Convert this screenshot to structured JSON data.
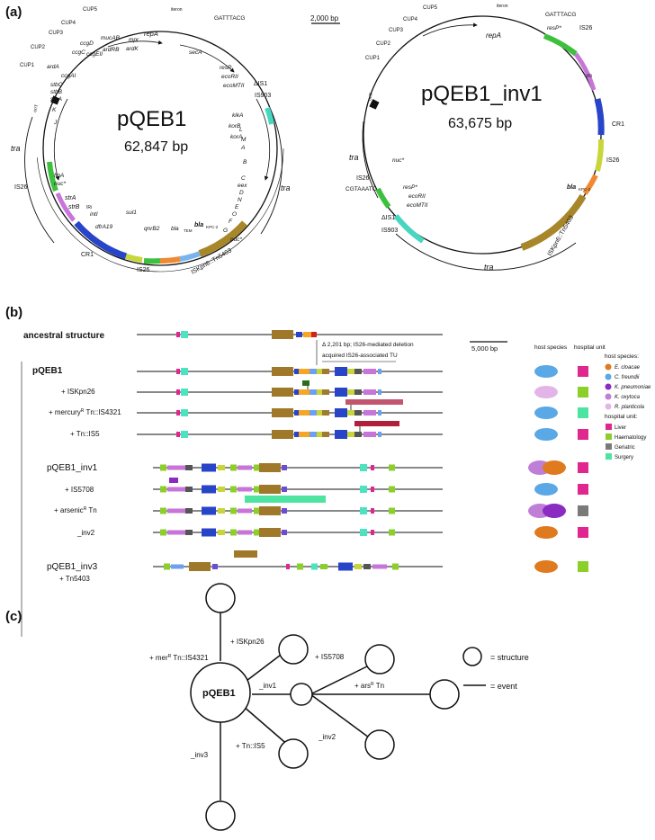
{
  "panel_a": {
    "label": "(a)",
    "scale_bar": "2,000 bp",
    "plasmid1": {
      "name": "pQEB1",
      "size": "62,847 bp",
      "outer_labels": [
        "CUP5",
        "CUP4",
        "CUP3",
        "CUP2",
        "CUP1",
        "ardA",
        "ccgAI",
        "ccgC",
        "ccgD",
        "ccgEII",
        "ardRB",
        "mucAB",
        "mpr",
        "ardK",
        "repA",
        "secA",
        "GATTTACG",
        "resP",
        "ecoRII",
        "ecoMTII",
        "ΔIS1",
        "IS903",
        "kikA",
        "korB",
        "L",
        "korA",
        "M",
        "A",
        "B",
        "C",
        "eex",
        "D",
        "N",
        "E",
        "O",
        "F",
        "G",
        "nuc*",
        "stbC",
        "stbB",
        "stbA",
        "K",
        "J",
        "I",
        "flgA",
        "nuc*",
        "IS26",
        "strA",
        "strB",
        "intI",
        "dfrA19",
        "sul1",
        "qnrB2",
        "bla",
        "TEM",
        "bla",
        "KPC-2",
        "CR1",
        "IS26",
        "ISKpn6::Tn5403",
        "oriT",
        "IRi",
        "iteron"
      ],
      "tra_labels": [
        "tra",
        "tra"
      ]
    },
    "plasmid2": {
      "name": "pQEB1_inv1",
      "size": "63,675 bp",
      "labels": [
        "CUP5",
        "CUP4",
        "CUP3",
        "CUP2",
        "CUP1",
        "repA",
        "GATTTACG",
        "resP*",
        "IS26",
        "IRi",
        "CR1",
        "IS26",
        "bla",
        "KPC-2",
        "ISKpn6::Tn5403",
        "IS903",
        "ΔIS1",
        "ecoMTII",
        "ecoRII",
        "resP*",
        "IS26",
        "CGTAAATC",
        "nuc*",
        "oriT",
        "iteron"
      ],
      "tra_labels": [
        "tra",
        "tra"
      ]
    }
  },
  "panel_b": {
    "label": "(b)",
    "scale_bar": "5,000 bp",
    "ancestral": "ancestral structure",
    "note1": "Δ 2,201 bp; IS26-mediated deletion",
    "note2": "acquired IS26-associated TU",
    "col_host": "host species",
    "col_unit": "hospital unit",
    "rows": [
      {
        "name": "pQEB1"
      },
      {
        "name": "+ ISKpn26"
      },
      {
        "name": "+ mercury",
        "sup": "R",
        "tail": " Tn::IS4321"
      },
      {
        "name": "+ Tn::IS5"
      },
      {
        "name": "pQEB1_inv1"
      },
      {
        "name": "+ IS5708"
      },
      {
        "name": "+ arsenic",
        "sup": "R",
        "tail": " Tn"
      },
      {
        "name": "_inv2"
      },
      {
        "name": "pQEB1_inv3"
      },
      {
        "name": "+ Tn5403"
      }
    ],
    "legend": {
      "host_title": "host species:",
      "hosts": [
        {
          "name": "E. cloacae",
          "color": "#e07a1f"
        },
        {
          "name": "C. freundii",
          "color": "#5aa8e6"
        },
        {
          "name": "K. pneumoniae",
          "color": "#8a2bc2"
        },
        {
          "name": "K. oxytoca",
          "color": "#c07fd6"
        },
        {
          "name": "R. planticola",
          "color": "#e3b4e8"
        }
      ],
      "unit_title": "hospital unit:",
      "units": [
        {
          "name": "Liver",
          "color": "#e0268f"
        },
        {
          "name": "Haematology",
          "color": "#8ccf2a"
        },
        {
          "name": "Geriatric",
          "color": "#7a7a7a"
        },
        {
          "name": "Surgery",
          "color": "#4de3a0"
        }
      ]
    }
  },
  "panel_c": {
    "label": "(c)",
    "center": "pQEB1",
    "edges": [
      "+ mer",
      "R",
      " Tn::IS4321",
      "+ ISKpn26",
      "_inv1",
      "+ IS5708",
      "+ ars",
      "R",
      " Tn",
      "_inv2",
      "+ Tn::IS5",
      "_inv3"
    ],
    "legend_structure": "= structure",
    "legend_event": "= event"
  }
}
